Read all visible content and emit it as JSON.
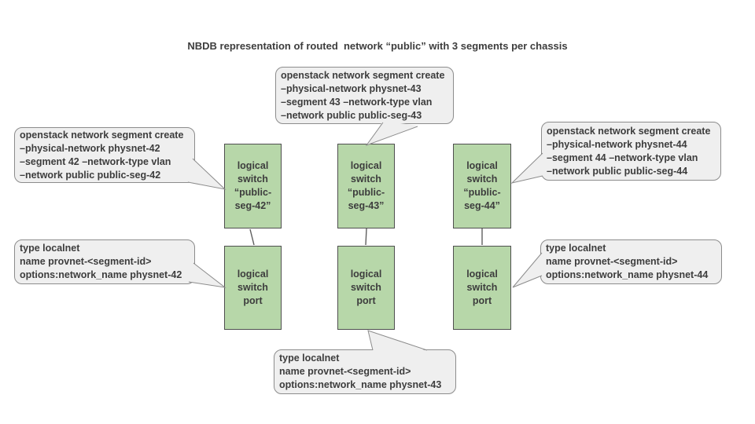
{
  "title": "NBDB representation of routed  network “public” with 3 segments per chassis",
  "colors": {
    "box_fill": "#b7d7a9",
    "box_border": "#4f4f4f",
    "callout_fill": "#efefef",
    "callout_border": "#8c8c8c",
    "text": "#3d3d3d"
  },
  "columns": [
    {
      "switch_label": "logical\nswitch\n“public-\nseg-42”",
      "port_label": "logical\nswitch\nport",
      "create_callout": "openstack network segment create\n–physical-network physnet-42\n–segment 42 –network-type vlan\n–network public public-seg-42",
      "port_callout": "type localnet\nname provnet-<segment-id>\noptions:network_name physnet-42"
    },
    {
      "switch_label": "logical\nswitch\n“public-\nseg-43”",
      "port_label": "logical\nswitch\nport",
      "create_callout": "openstack network segment create\n–physical-network physnet-43\n–segment 43 –network-type vlan\n–network public public-seg-43",
      "port_callout": "type localnet\nname provnet-<segment-id>\noptions:network_name physnet-43"
    },
    {
      "switch_label": "logical\nswitch\n“public-\nseg-44”",
      "port_label": "logical\nswitch\nport",
      "create_callout": "openstack network segment create\n–physical-network physnet-44\n–segment 44 –network-type vlan\n–network public public-seg-44",
      "port_callout": "type localnet\nname provnet-<segment-id>\noptions:network_name physnet-44"
    }
  ]
}
